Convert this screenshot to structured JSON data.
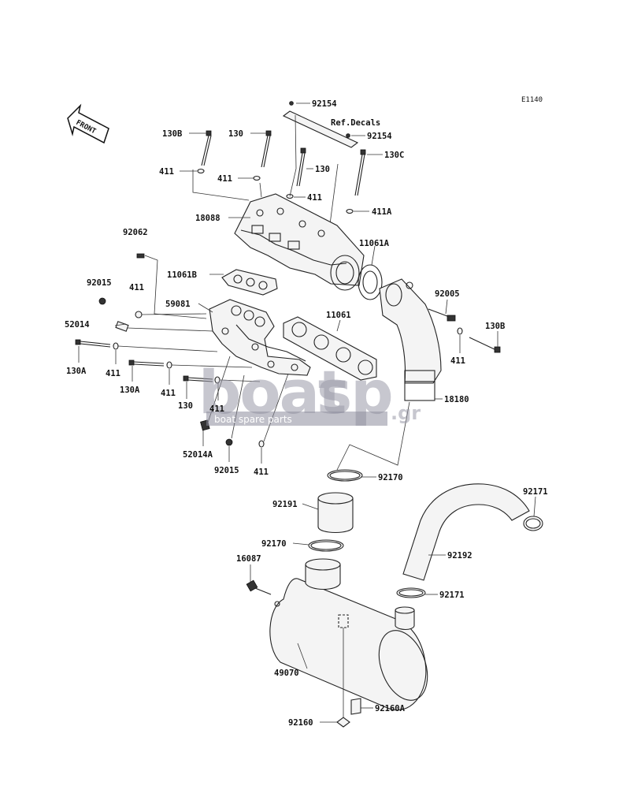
{
  "diagram_code": "E1140",
  "front_label": "FRONT",
  "ref_decals": "Ref.Decals",
  "watermark": {
    "brand_a": "boat",
    "brand_b": "sp",
    "suffix": ".gr",
    "tagline": "boat spare parts"
  },
  "part_labels": [
    "92154",
    "92154",
    "130B",
    "130",
    "130",
    "130C",
    "411",
    "411",
    "411",
    "411A",
    "18088",
    "92062",
    "11061A",
    "11061B",
    "92015",
    "411",
    "59081",
    "92005",
    "52014",
    "11061",
    "130B",
    "130A",
    "411",
    "130A",
    "411",
    "411",
    "130",
    "411",
    "18180",
    "52014A",
    "92015",
    "411",
    "92170",
    "92191",
    "92171",
    "92170",
    "92192",
    "16087",
    "92171",
    "49070",
    "92160A",
    "92160"
  ]
}
